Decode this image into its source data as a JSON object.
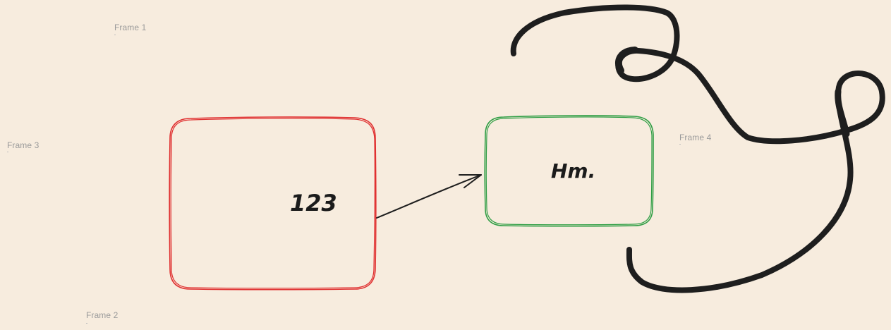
{
  "canvas": {
    "background": "#f7ecde"
  },
  "frames": [
    {
      "label": "Frame 1"
    },
    {
      "label": "Frame 2"
    },
    {
      "label": "Frame 3"
    },
    {
      "label": "Frame 4"
    }
  ],
  "shapes": {
    "red_box": {
      "text": "123",
      "stroke": "#e03131"
    },
    "green_box": {
      "text": "Hm.",
      "stroke": "#2f9e44"
    }
  },
  "ink_color": "#1e1e1e"
}
